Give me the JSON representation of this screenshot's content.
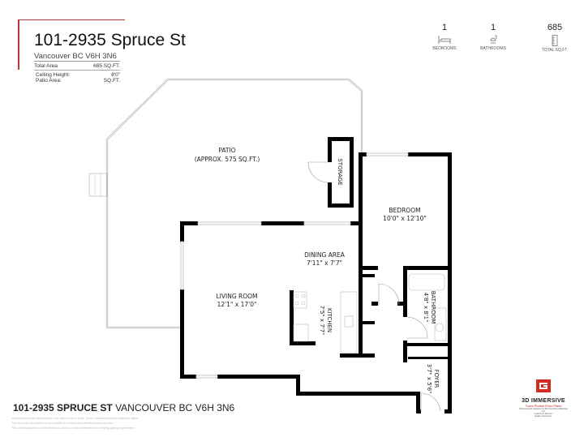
{
  "header": {
    "title": "101-2935 Spruce St",
    "city": "Vancouver BC  V6H 3N6",
    "total_area_label": "Total Area",
    "total_area_value": "685 SQ.FT.",
    "ceiling_label": "Ceiling Height:",
    "ceiling_value": "8'0\"",
    "patio_label": "Patio Area:",
    "patio_value": "SQ.FT.",
    "accent_color": "#b03a3a"
  },
  "stats": [
    {
      "value": "1",
      "label": "BEDROOMS",
      "icon": "bed-icon"
    },
    {
      "value": "1",
      "label": "BATHROOMS",
      "icon": "shower-icon"
    },
    {
      "value": "685",
      "label": "TOTAL SQ.FT.",
      "icon": "ruler-icon"
    }
  ],
  "rooms": {
    "patio": {
      "name": "PATIO",
      "dims": "(APPROX. 575 SQ.FT.)"
    },
    "storage": {
      "name": "STORAGE"
    },
    "bedroom": {
      "name": "BEDROOM",
      "dims": "10'0\" x 12'10\""
    },
    "dining": {
      "name": "DINING AREA",
      "dims": "7'11\" x 7'7\""
    },
    "living": {
      "name": "LIVING ROOM",
      "dims": "12'1\" x 17'0\""
    },
    "kitchen": {
      "name": "KITCHEN",
      "dims": "7'5\" x 7'7\""
    },
    "bathroom": {
      "name": "BATHROOM",
      "dims": "4'8\" x 8'1\""
    },
    "foyer": {
      "name": "FOYER",
      "dims": "3'7\" x 5'6\""
    }
  },
  "footer": {
    "address_bold": "101-2935 SPRUCE ST",
    "address_rest": " VANCOUVER BC V6H 3N6",
    "disclaimer": [
      "Measurements are approximate and may not be to scale. Room measurements provided by agent.",
      "This floor plan illustration is not suitable for construction/architectural purposes.",
      "This communication is not intended to cause or induce breach of an existing agency agreement."
    ]
  },
  "logo": {
    "name": "3D IMMERSIVE",
    "tagline": "Tours  Photos  Floor Plans",
    "credit": "Professionally produced by 3D Immersive Marketing Ltd.",
    "planner_label": "Lead Floor Planner:",
    "quality_label": "Quality Assurance:",
    "brand_color": "#d42a22"
  }
}
